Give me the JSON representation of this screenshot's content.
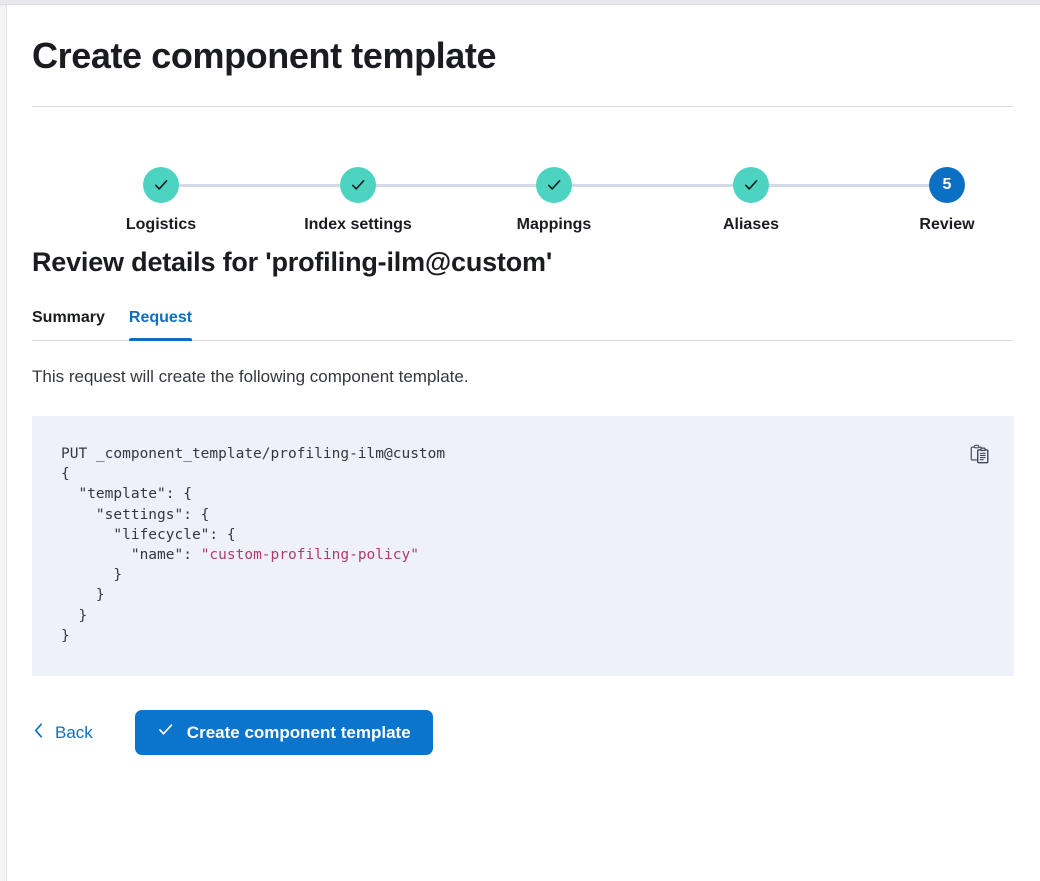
{
  "page": {
    "title": "Create component template",
    "review_title": "Review details for 'profiling-ilm@custom'",
    "request_description": "This request will create the following component template."
  },
  "stepper": {
    "steps": [
      {
        "label": "Logistics",
        "number": "1",
        "state": "complete",
        "icon": "check-icon"
      },
      {
        "label": "Index settings",
        "number": "2",
        "state": "complete",
        "icon": "check-icon"
      },
      {
        "label": "Mappings",
        "number": "3",
        "state": "complete",
        "icon": "check-icon"
      },
      {
        "label": "Aliases",
        "number": "4",
        "state": "complete",
        "icon": "check-icon"
      },
      {
        "label": "Review",
        "number": "5",
        "state": "current",
        "icon": ""
      }
    ],
    "complete_color": "#4dd4c1",
    "current_color": "#0b70c4",
    "line_color": "#d3dae6"
  },
  "tabs": [
    {
      "label": "Summary",
      "active": false
    },
    {
      "label": "Request",
      "active": true
    }
  ],
  "code": {
    "method_line": "PUT _component_template/profiling-ilm@custom",
    "body_prefix": "{\n  \"template\": {\n    \"settings\": {\n      \"lifecycle\": {\n        \"name\": ",
    "string_value": "\"custom-profiling-policy\"",
    "body_suffix": "\n      }\n    }\n  }\n}",
    "copy_icon": "clipboard-copy-icon",
    "background": "#eef1f9",
    "string_color": "#ad3d6d"
  },
  "actions": {
    "back_label": "Back",
    "back_icon": "chevron-left-icon",
    "create_label": "Create component template",
    "create_icon": "check-icon",
    "primary_color": "#0b74cc"
  }
}
